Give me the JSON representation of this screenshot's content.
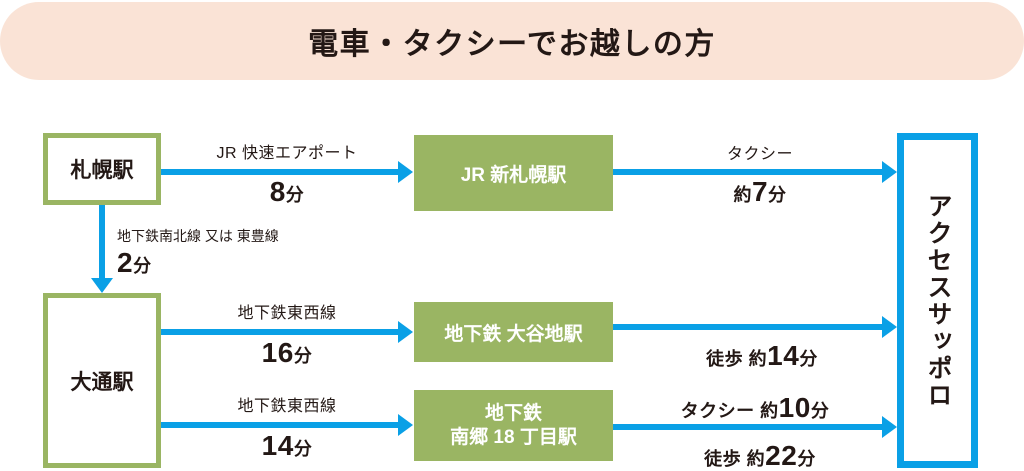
{
  "header": {
    "title": "電車・タクシーでお越しの方",
    "background_color": "#fae3d6"
  },
  "colors": {
    "green": "#9ab563",
    "blue": "#0aa0e6",
    "text": "#231815",
    "banner": "#fae3d6"
  },
  "nodes": {
    "sapporo_station": "札幌駅",
    "odori_station": "大通駅",
    "jr_shin_sapporo": "JR 新札幌駅",
    "subway_oyachi": "地下鉄 大谷地駅",
    "subway_nango_line1": "地下鉄",
    "subway_nango_line2": "南郷 18 丁目駅",
    "destination": "アクセスサッポロ"
  },
  "routes": {
    "sapporo_to_shin": {
      "line": "JR 快速エアポート",
      "time_prefix": "",
      "time_number": "8",
      "time_unit": "分"
    },
    "shin_to_access": {
      "line": "タクシー",
      "time_prefix": "約",
      "time_number": "7",
      "time_unit": "分"
    },
    "sapporo_to_odori": {
      "line": "地下鉄南北線 又は 東豊線",
      "time_prefix": "",
      "time_number": "2",
      "time_unit": "分"
    },
    "odori_to_oyachi": {
      "line": "地下鉄東西線",
      "time_prefix": "",
      "time_number": "16",
      "time_unit": "分"
    },
    "oyachi_to_access": {
      "mode": "徒歩",
      "time_prefix": "約",
      "time_number": "14",
      "time_unit": "分"
    },
    "odori_to_nango": {
      "line": "地下鉄東西線",
      "time_prefix": "",
      "time_number": "14",
      "time_unit": "分"
    },
    "nango_to_access_taxi": {
      "mode": "タクシー",
      "time_prefix": "約",
      "time_number": "10",
      "time_unit": "分"
    },
    "nango_to_access_walk": {
      "mode": "徒歩",
      "time_prefix": "約",
      "time_number": "22",
      "time_unit": "分"
    }
  }
}
